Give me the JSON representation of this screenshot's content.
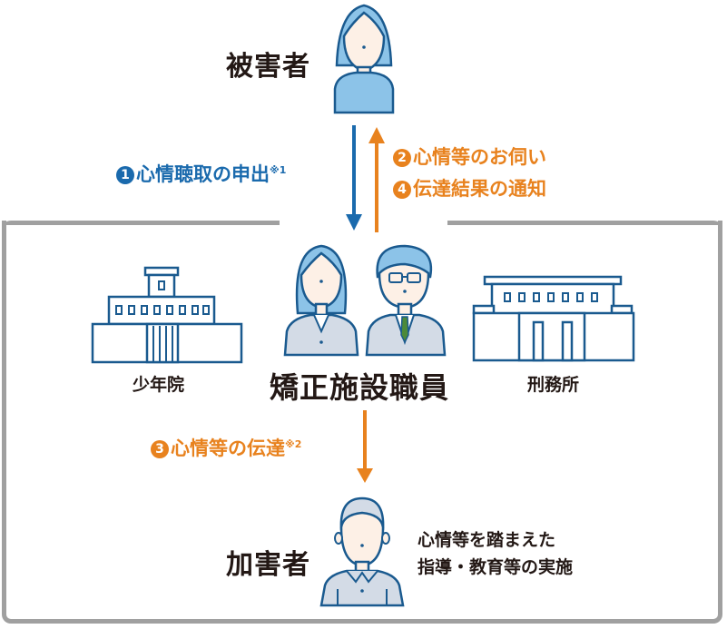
{
  "victim": {
    "label": "被害者"
  },
  "step1": {
    "number": "1",
    "label": "心情聴取の申出",
    "note": "※1"
  },
  "step2": {
    "number": "2",
    "label": "心情等のお伺い"
  },
  "step4": {
    "number": "4",
    "label": "伝達結果の通知"
  },
  "facilities": {
    "juvenile": {
      "label": "少年院"
    },
    "staff": {
      "label": "矯正施設職員"
    },
    "prison": {
      "label": "刑務所"
    }
  },
  "step3": {
    "number": "3",
    "label": "心情等の伝達",
    "note": "※2"
  },
  "offender": {
    "label": "加害者",
    "description_line1": "心情等を踏まえた",
    "description_line2": "指導・教育等の実施"
  },
  "colors": {
    "blue": "#1a6aad",
    "orange": "#e8821e",
    "frame": "#a0a0a0",
    "person_fill": "#8cc3e8",
    "staff_fill": "#d3dbe6",
    "skin": "#fdf0e6"
  }
}
